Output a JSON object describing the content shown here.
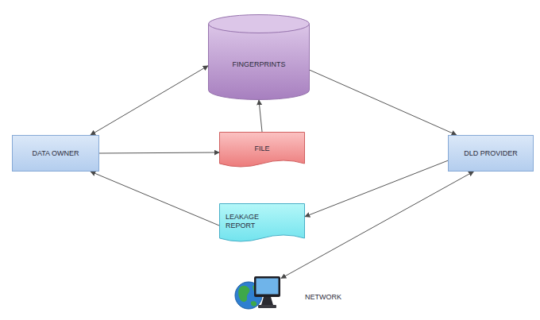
{
  "diagram": {
    "nodes": [
      {
        "text": [
          "FINGERPRINTS"
        ]
      },
      {
        "text": [
          "DATA OWNER"
        ]
      },
      {
        "text": [
          "FILE"
        ]
      },
      {
        "text": [
          "DLD PROVIDER"
        ]
      },
      {
        "text": [
          "LEAKAGE REPORT"
        ]
      },
      {
        "text": [
          "NETWORK"
        ]
      }
    ],
    "edges": [
      {
        "from": 1,
        "to": 0,
        "arrow": "both"
      },
      {
        "from": 1,
        "to": 2,
        "arrow": "to"
      },
      {
        "from": 2,
        "to": 0,
        "arrow": "to"
      },
      {
        "from": 0,
        "to": 3,
        "arrow": "to"
      },
      {
        "from": 3,
        "to": 4,
        "arrow": "to"
      },
      {
        "from": 4,
        "to": 1,
        "arrow": "to"
      },
      {
        "from": 3,
        "to": 5,
        "arrow": "both"
      }
    ]
  }
}
